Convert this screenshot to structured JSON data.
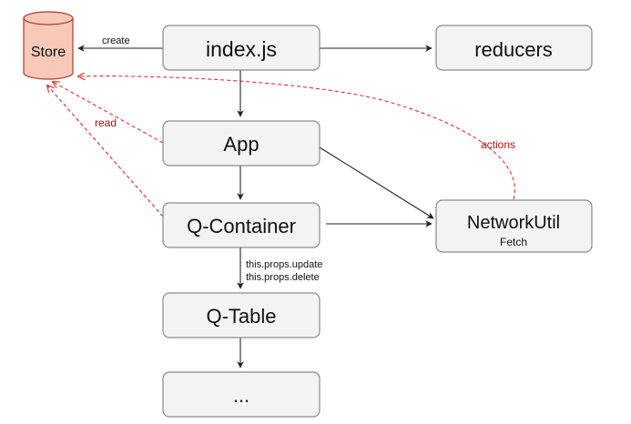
{
  "nodes": {
    "store": {
      "label": "Store",
      "fill": "#f8c8b8",
      "stroke": "#b03a2e"
    },
    "index": {
      "label": "index.js"
    },
    "reducers": {
      "label": "reducers"
    },
    "app": {
      "label": "App"
    },
    "network": {
      "label": "NetworkUtil",
      "sublabel": "Fetch"
    },
    "qcontainer": {
      "label": "Q-Container"
    },
    "qtable": {
      "label": "Q-Table"
    },
    "more": {
      "label": "..."
    }
  },
  "edges": {
    "create": "create",
    "read": "read",
    "actions": "actions",
    "props_update": "this.props.update",
    "props_delete": "this.props.delete"
  },
  "colors": {
    "node_fill": "#f3f3f3",
    "node_stroke": "#8a8a8a",
    "connector": "#222222",
    "dashed_red": "#e01b1b",
    "red_label": "#b41010"
  }
}
